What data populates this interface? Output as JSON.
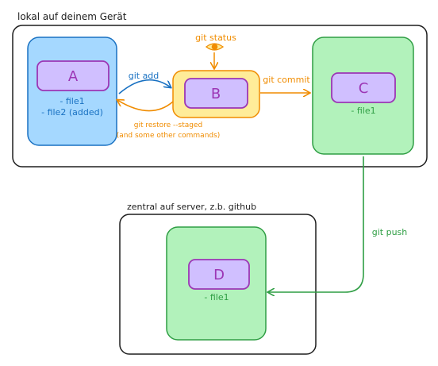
{
  "local": {
    "title": "lokal auf deinem Gerät"
  },
  "central": {
    "title": "zentral auf server, z.b. github"
  },
  "stages": {
    "a": {
      "label": "A",
      "files": [
        "- file1",
        "- file2 (added)"
      ]
    },
    "b": {
      "label": "B"
    },
    "c": {
      "label": "C",
      "files": [
        "- file1"
      ]
    },
    "d": {
      "label": "D",
      "files": [
        "- file1"
      ]
    }
  },
  "commands": {
    "status": "git status",
    "add": "git add",
    "commit": "git commit",
    "restore_line1": "git restore --staged",
    "restore_line2": "(and some other commands)",
    "push": "git push"
  },
  "colors": {
    "blue_fill": "#a5d8ff",
    "blue_stroke": "#1971c2",
    "purple_fill": "#d0bfff",
    "purple_stroke": "#9c36b5",
    "yellow_fill": "#ffec99",
    "orange": "#f08c00",
    "green_fill": "#b2f2bb",
    "green_stroke": "#2f9e44",
    "frame": "#1e1e1e"
  }
}
